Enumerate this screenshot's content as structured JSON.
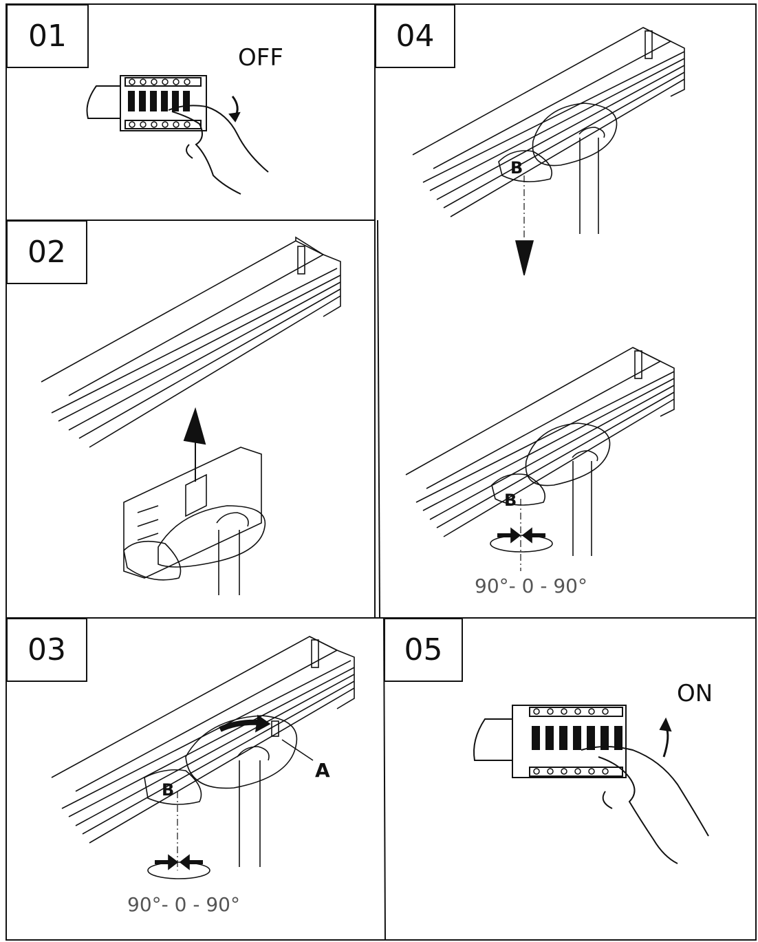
{
  "steps": [
    {
      "number": "01",
      "caption": "OFF"
    },
    {
      "number": "02"
    },
    {
      "number": "03",
      "label_a": "A",
      "label_b": "B",
      "angle": "90°- 0 - 90°"
    },
    {
      "number": "04",
      "label_b_top": "B",
      "label_b_bottom": "B",
      "angle": "90°- 0 - 90°"
    },
    {
      "number": "05",
      "caption": "ON"
    }
  ],
  "colors": {
    "line": "#111111",
    "angle_text": "#555555"
  }
}
